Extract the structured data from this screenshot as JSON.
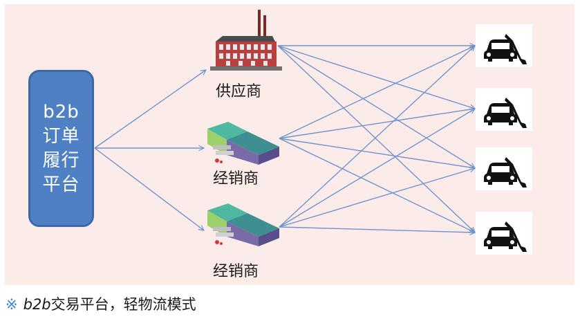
{
  "platform": {
    "lines": [
      "b2b",
      "订单",
      "履行",
      "平台"
    ]
  },
  "nodes": {
    "supplier": "供应商",
    "distributor_1": "经销商",
    "distributor_2": "经销商"
  },
  "caption": {
    "mark": "※",
    "text_italic": "b2b",
    "text_rest": "交易平台，轻物流模式"
  },
  "colors": {
    "panel": "#fbecea",
    "platform": "#4f80c4",
    "arrow": "#6f93cf"
  },
  "icons": {
    "supplier": "factory-icon",
    "distributor": "warehouse-icon",
    "customer": "car-repair-icon"
  }
}
